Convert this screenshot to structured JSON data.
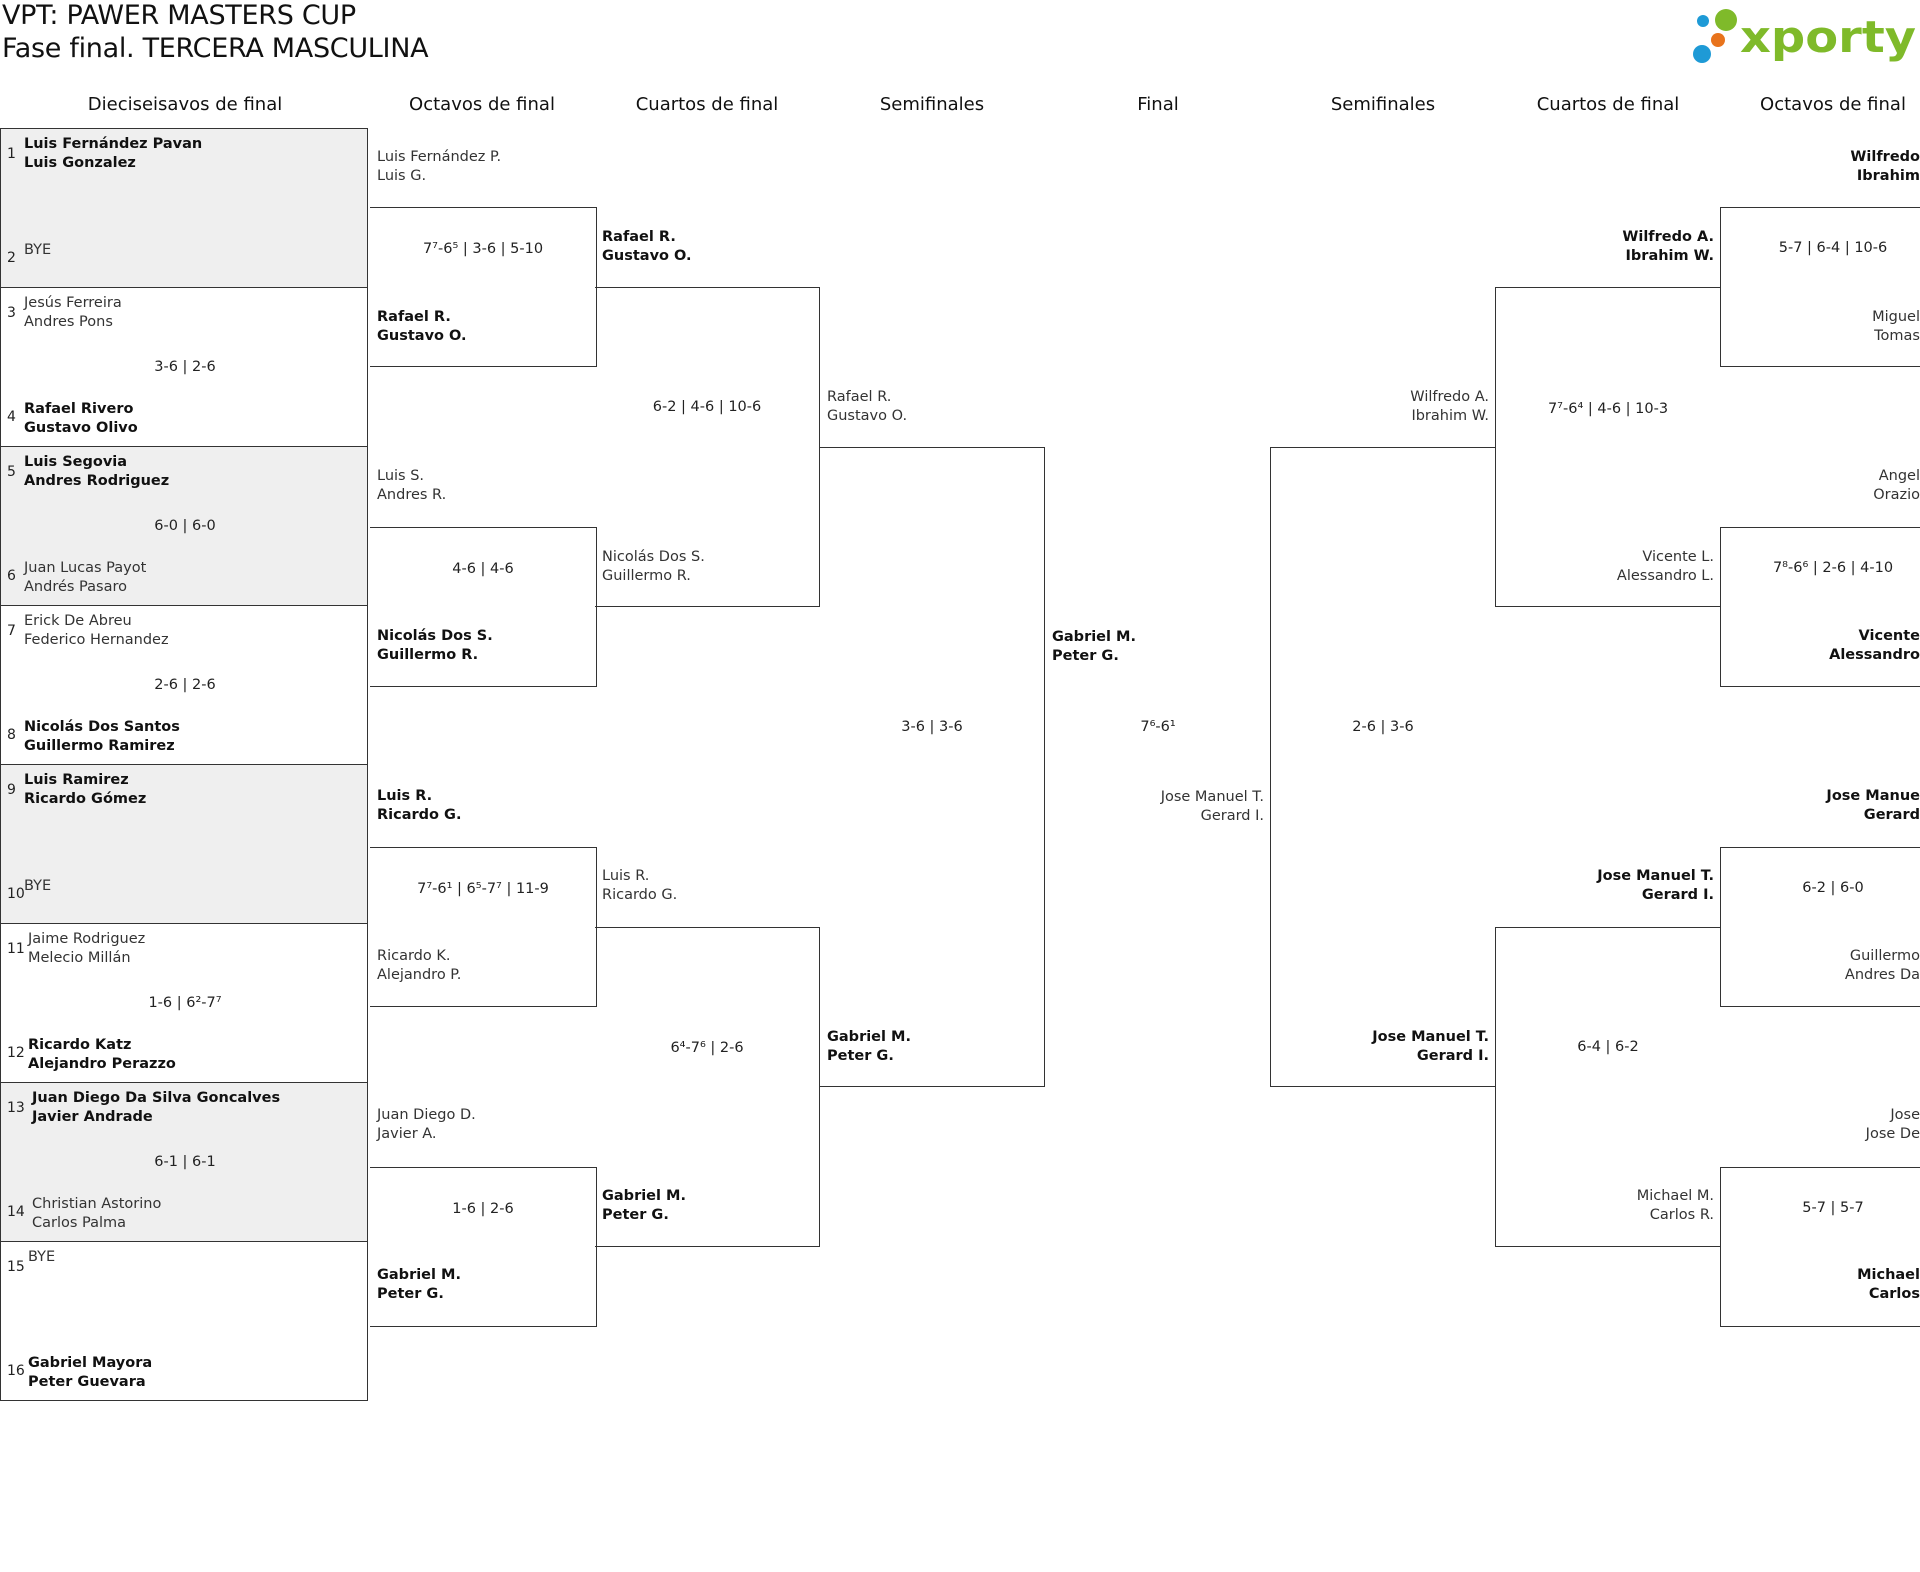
{
  "header": {
    "title": "VPT: PAWER MASTERS CUP",
    "subtitle": "Fase final. TERCERA MASCULINA",
    "logo_text": "xporty",
    "logo_colors": [
      "#1e9ad6",
      "#e8731c",
      "#7fba2a"
    ]
  },
  "rounds": [
    "Dieciseisavos de final",
    "Octavos de final",
    "Cuartos de final",
    "Semifinales",
    "Final",
    "Semifinales",
    "Cuartos de final",
    "Octavos de final"
  ],
  "r32": [
    {
      "a_seed": "1",
      "a_1": "Luis Fernández Pavan",
      "a_2": "Luis Gonzalez",
      "b_seed": "2",
      "b_1": "BYE",
      "b_2": "",
      "score": ""
    },
    {
      "a_seed": "3",
      "a_1": "Jesús Ferreira",
      "a_2": "Andres Pons",
      "b_seed": "4",
      "b_1": "Rafael Rivero",
      "b_2": "Gustavo Olivo",
      "score": "3-6 | 2-6"
    },
    {
      "a_seed": "5",
      "a_1": "Luis Segovia",
      "a_2": "Andres Rodriguez",
      "b_seed": "6",
      "b_1": "Juan Lucas Payot",
      "b_2": "Andrés Pasaro",
      "score": "6-0 | 6-0"
    },
    {
      "a_seed": "7",
      "a_1": "Erick De Abreu",
      "a_2": "Federico Hernandez",
      "b_seed": "8",
      "b_1": "Nicolás Dos Santos",
      "b_2": "Guillermo Ramirez",
      "score": "2-6 | 2-6"
    },
    {
      "a_seed": "9",
      "a_1": "Luis Ramirez",
      "a_2": "Ricardo Gómez",
      "b_seed": "10",
      "b_1": "BYE",
      "b_2": "",
      "score": ""
    },
    {
      "a_seed": "11",
      "a_1": "Jaime Rodriguez",
      "a_2": "Melecio Millán",
      "b_seed": "12",
      "b_1": "Ricardo Katz",
      "b_2": "Alejandro Perazzo",
      "score": "1-6 | 6²-7⁷"
    },
    {
      "a_seed": "13",
      "a_1": "Juan Diego Da Silva Goncalves",
      "a_2": "Javier Andrade",
      "b_seed": "14",
      "b_1": "Christian Astorino",
      "b_2": "Carlos Palma",
      "score": "6-1 | 6-1"
    },
    {
      "a_seed": "15",
      "a_1": "BYE",
      "a_2": "",
      "b_seed": "16",
      "b_1": "Gabriel Mayora",
      "b_2": "Peter Guevara",
      "score": ""
    }
  ],
  "left_r16": [
    {
      "a_1": "Luis Fernández P.",
      "a_2": "Luis G.",
      "b_1": "Rafael R.",
      "b_2": "Gustavo O.",
      "score": "7⁷-6⁵ | 3-6 | 5-10"
    },
    {
      "a_1": "Luis S.",
      "a_2": "Andres R.",
      "b_1": "Nicolás Dos S.",
      "b_2": "Guillermo R.",
      "score": "4-6 | 4-6"
    },
    {
      "a_1": "Luis R.",
      "a_2": "Ricardo G.",
      "b_1": "Ricardo K.",
      "b_2": "Alejandro P.",
      "score": "7⁷-6¹ | 6⁵-7⁷ | 11-9"
    },
    {
      "a_1": "Juan Diego D.",
      "a_2": "Javier A.",
      "b_1": "Gabriel M.",
      "b_2": "Peter G.",
      "score": "1-6 | 2-6"
    }
  ],
  "left_qf": [
    {
      "a_1": "Rafael R.",
      "a_2": "Gustavo O.",
      "b_1": "Nicolás Dos S.",
      "b_2": "Guillermo R.",
      "score": "6-2 | 4-6 | 10-6"
    },
    {
      "a_1": "Luis R.",
      "a_2": "Ricardo G.",
      "b_1": "Gabriel M.",
      "b_2": "Peter G.",
      "score": "6⁴-7⁶ | 2-6"
    }
  ],
  "left_sf": {
    "a_1": "Rafael R.",
    "a_2": "Gustavo O.",
    "b_1": "Gabriel M.",
    "b_2": "Peter G.",
    "score": "3-6 | 3-6"
  },
  "final": {
    "a_1": "Gabriel M.",
    "a_2": "Peter G.",
    "b_1": "Jose Manuel T.",
    "b_2": "Gerard I.",
    "score": "7⁶-6¹"
  },
  "right_sf": {
    "a_1": "Wilfredo A.",
    "a_2": "Ibrahim W.",
    "b_1": "Jose Manuel T.",
    "b_2": "Gerard I.",
    "score": "2-6 | 3-6"
  },
  "right_qf": [
    {
      "a_1": "Wilfredo A.",
      "a_2": "Ibrahim W.",
      "b_1": "Vicente L.",
      "b_2": "Alessandro L.",
      "score": "7⁷-6⁴ | 4-6 | 10-3"
    },
    {
      "a_1": "Jose Manuel T.",
      "a_2": "Gerard I.",
      "b_1": "Michael M.",
      "b_2": "Carlos R.",
      "score": "6-4 | 6-2"
    }
  ],
  "right_r16": [
    {
      "a_1": "Wilfredo",
      "a_2": "Ibrahim",
      "b_1": "Miguel",
      "b_2": "Tomas",
      "score": "5-7 | 6-4 | 10-6"
    },
    {
      "a_1": "Angel",
      "a_2": "Orazio",
      "b_1": "Vicente",
      "b_2": "Alessandro",
      "score": "7⁸-6⁶ | 2-6 | 4-10"
    },
    {
      "a_1": "Jose Manue",
      "a_2": "Gerard",
      "b_1": "Guillermo",
      "b_2": "Andres Da",
      "score": "6-2 | 6-0"
    },
    {
      "a_1": "Jose",
      "a_2": "Jose De",
      "b_1": "Michael",
      "b_2": "Carlos",
      "score": "5-7 | 5-7"
    }
  ]
}
